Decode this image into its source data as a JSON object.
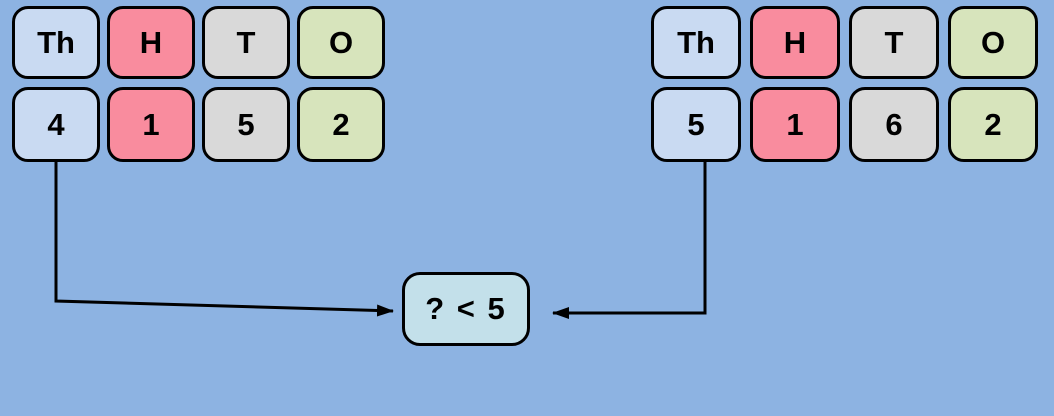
{
  "colors": {
    "background": "#8db3e2",
    "cell-th": "#c9daf2",
    "cell-h": "#f98c9e",
    "cell-t": "#d9d9d9",
    "cell-o": "#d7e4bc",
    "cell-compare": "#c3e0ea",
    "line": "#000000"
  },
  "left_table": {
    "headers": [
      "Th",
      "H",
      "T",
      "O"
    ],
    "digits": [
      "4",
      "1",
      "5",
      "2"
    ]
  },
  "right_table": {
    "headers": [
      "Th",
      "H",
      "T",
      "O"
    ],
    "digits": [
      "5",
      "1",
      "6",
      "2"
    ]
  },
  "comparison": {
    "label": "? < 5"
  }
}
